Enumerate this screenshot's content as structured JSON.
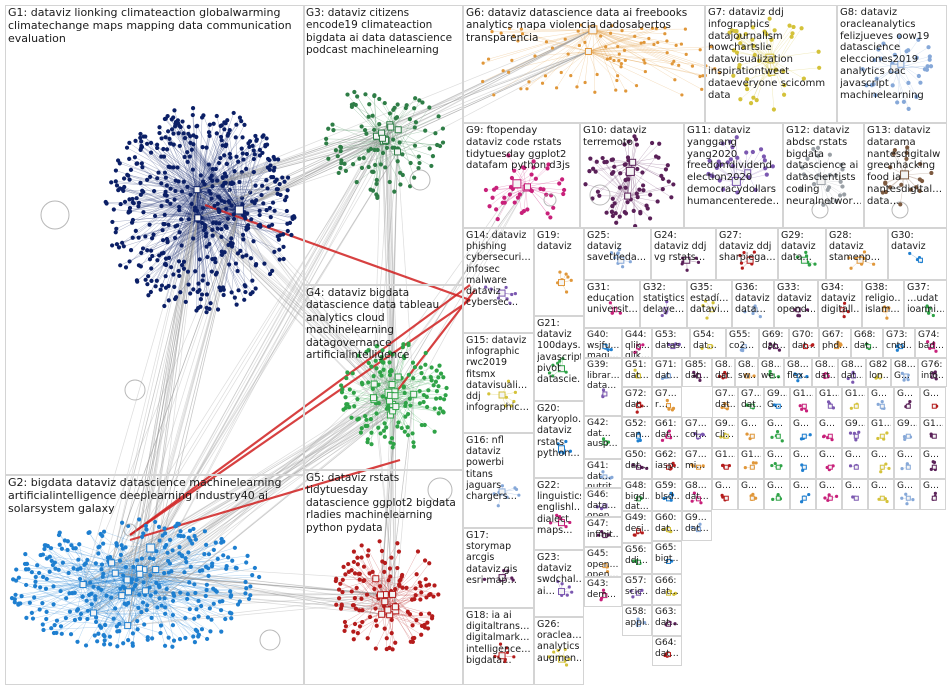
{
  "colors": {
    "g1": "#0b1f66",
    "g2": "#1e7fd0",
    "g3": "#2e7d46",
    "g4": "#2fa347",
    "g5": "#b51c1c",
    "g6": "#e0973a",
    "g7": "#d4c23a",
    "g8": "#86a8d8",
    "g9": "#c8207a",
    "g10": "#5a2058",
    "g11": "#7b58b0",
    "g12": "#9aa0a6",
    "g13": "#7d5a40",
    "edge": "#9a9a9a",
    "edge_strong": "#d02020",
    "border": "#d4d4d4"
  },
  "groups": [
    {
      "id": "G1",
      "label": "G1: dataviz lionking climateaction globalwarming\nclimatechange maps mapping data communication\nevaluation"
    },
    {
      "id": "G2",
      "label": "G2: bigdata dataviz datascience machinelearning\nartificialintelligence deeplearning industry40 ai\nsolarsystem galaxy"
    },
    {
      "id": "G3",
      "label": "G3: dataviz citizens\nencode19 climateaction\nbigdata ai data datascience\npodcast machinelearning"
    },
    {
      "id": "G4",
      "label": "G4: dataviz bigdata\ndatascience data tableau\nanalytics cloud\nmachinelearning\ndatagovernance\nartificialintelligence"
    },
    {
      "id": "G5",
      "label": "G5: dataviz rstats tidytuesday\ndatascience ggplot2 bigdata\nrladies machinelearning\npython pydata"
    },
    {
      "id": "G6",
      "label": "G6: dataviz datascience data ai freebooks\nanalytics mapa violencia dadosabertos\ntransparencia"
    },
    {
      "id": "G7",
      "label": "G7: dataviz ddj\ninfographics\ndatajournalism\nhowchartslie\ndatavisualization\ninspirationtweet\ndataeveryone scicomm\ndata"
    },
    {
      "id": "G8",
      "label": "G8: dataviz\noracleanalytics\nfelizjueves oow19\ndatascience\nelecciones2019\nanalytics oac\njavascript\nmachinelearning"
    },
    {
      "id": "G9",
      "label": "G9: ftopenday\ndataviz code rstats\ntidytuesday ggplot2\ndatafam python d3js"
    },
    {
      "id": "G10",
      "label": "G10: dataviz\nterremoto"
    },
    {
      "id": "G11",
      "label": "G11: dataviz\nyanggang\nyang2020\nfreedomdividend\nelection2020\ndemocracydollars\nhumancenterede…"
    },
    {
      "id": "G12",
      "label": "G12: dataviz\nabdsc rstats\nbigdata\ndatascience ai\ndatascientists\ncoding\nneuralnetwor…"
    },
    {
      "id": "G13",
      "label": "G13: dataviz\ndatarama\nnantesdigitalw\ngreenhacking\nfood ia\nnantesdigital…\ndata…"
    },
    {
      "id": "G14",
      "label": "G14: dataviz\nphishing\ncybersecuri…\ninfosec\nmalware\ndataviz\ncybersec…"
    },
    {
      "id": "G15",
      "label": "G15: dataviz\ninfographic\nrwc2019\nfitsmx\ndatavisuali…\nddj\ninfographic…"
    },
    {
      "id": "G16",
      "label": "G16: nfl\ndataviz\npowerbi\ntitans\njaguars\nchargers…"
    },
    {
      "id": "G17",
      "label": "G17:\nstorymap\narcgis\ndataviz gis\nesri map…"
    },
    {
      "id": "G18",
      "label": "G18: ia ai\ndigitaltrans…\ndigitalmark…\nintelligence…\nbigdata…"
    },
    {
      "id": "G19",
      "label": "G19:\ndataviz"
    },
    {
      "id": "G20",
      "label": "G20:\nkaryoplo…\ndataviz\nrstats\npython…"
    },
    {
      "id": "G21",
      "label": "G21:\ndataviz\n100days…\njavascript\npivot\ndatascie…"
    },
    {
      "id": "G22",
      "label": "G22:\nlinguistics\nenglishl…\ndialect\nmaps…"
    },
    {
      "id": "G23",
      "label": "G23:\ndataviz\nswdchal…\nai…"
    },
    {
      "id": "G24",
      "label": "G24:\ndataviz ddj\nvg rstats…"
    },
    {
      "id": "G25",
      "label": "G25:\ndataviz\nsavetheda…"
    },
    {
      "id": "G26",
      "label": "G26:\noraclea…\nanalytics\naugmen…"
    },
    {
      "id": "G27",
      "label": "G27:\ndataviz ddj\nsharpiega…"
    },
    {
      "id": "G28",
      "label": "G28:\ndataviz\nstamenp…"
    },
    {
      "id": "G29",
      "label": "G29:\ndataviz\ndata…"
    },
    {
      "id": "G30",
      "label": "G30:\ndataviz"
    },
    {
      "id": "G31",
      "label": "G31:\neducation\nuniversit…"
    },
    {
      "id": "G32",
      "label": "G32:\nstatistics\ndelaye…"
    },
    {
      "id": "G33",
      "label": "G33:\ndataviz\nopend…"
    },
    {
      "id": "G34",
      "label": "G34:\ndataviz\ndigitall…"
    },
    {
      "id": "G35",
      "label": "G35:\nestadí…\ndatavi…"
    },
    {
      "id": "G36",
      "label": "G36:\ndataviz\ndata…"
    },
    {
      "id": "G37",
      "label": "G37:\n…udat\nioanni…"
    },
    {
      "id": "G38",
      "label": "G38:\nreligio…\nislam…"
    },
    {
      "id": "G39",
      "label": "G39:\nlibrar…\ndata…"
    },
    {
      "id": "G40",
      "label": "G40:\nwsjfu…\nmagi…"
    },
    {
      "id": "G41",
      "label": "G41:\ndat…\nnutrit…"
    },
    {
      "id": "G42",
      "label": "G42:\ndat…\nausp…"
    },
    {
      "id": "G43",
      "label": "G43:\ndem…"
    },
    {
      "id": "G44",
      "label": "G44:\nqlik…\nqlik…"
    },
    {
      "id": "G45",
      "label": "G45:\nopen…\nopen…"
    },
    {
      "id": "G46",
      "label": "G46:\ndata…\nopen…"
    },
    {
      "id": "G47",
      "label": "G47:\ninfinit…"
    },
    {
      "id": "G48",
      "label": "G48:\nbigd…\ndat…"
    },
    {
      "id": "G49",
      "label": "G49:\ndesi…"
    },
    {
      "id": "G50",
      "label": "G50:\ndat…"
    },
    {
      "id": "G51",
      "label": "G51:\ndat…"
    },
    {
      "id": "G52",
      "label": "G52:\ncan…"
    },
    {
      "id": "G53",
      "label": "G53:\ndatas…"
    },
    {
      "id": "G54",
      "label": "G54:\ndat…"
    },
    {
      "id": "G55",
      "label": "G55:\nco2…"
    },
    {
      "id": "G56",
      "label": "G56:\nddj…"
    },
    {
      "id": "G57",
      "label": "G57:\nscic…"
    },
    {
      "id": "G58",
      "label": "G58:\nappl…"
    },
    {
      "id": "G59",
      "label": "G59:\nblsd…"
    },
    {
      "id": "G60",
      "label": "G60:\ndat…"
    },
    {
      "id": "G61",
      "label": "G61:\ndat…"
    },
    {
      "id": "G62",
      "label": "G62:\niasp…"
    },
    {
      "id": "G63",
      "label": "G63:\ndat…"
    },
    {
      "id": "G64",
      "label": "G64:\ndat…"
    },
    {
      "id": "G65",
      "label": "G65:\nbigt…"
    },
    {
      "id": "G66",
      "label": "G66:\ndat…"
    },
    {
      "id": "G67",
      "label": "G67:\nphd…"
    },
    {
      "id": "G68",
      "label": "G68:\ndat…"
    },
    {
      "id": "G69",
      "label": "G69:\ndat…"
    },
    {
      "id": "G70",
      "label": "G70:\ndat…"
    },
    {
      "id": "G71",
      "label": "G71:\ndat…"
    },
    {
      "id": "G72",
      "label": "G72:\ndat…"
    },
    {
      "id": "G73",
      "label": "G73:\ncntd…"
    },
    {
      "id": "G74",
      "label": "G74:\nbad…"
    },
    {
      "id": "G75",
      "label": "G7…\nr…"
    },
    {
      "id": "G76",
      "label": "G7…\ncol…"
    },
    {
      "id": "G77",
      "label": "G7…\ndat…"
    },
    {
      "id": "G78",
      "label": "G7…\ndat…"
    },
    {
      "id": "G79",
      "label": "G7…\nmi…"
    },
    {
      "id": "G80",
      "label": "G8…\ndat…"
    },
    {
      "id": "G81",
      "label": "G8…\nflex…"
    },
    {
      "id": "G82",
      "label": "G82:\nlon…"
    },
    {
      "id": "G83",
      "label": "G8…\nsw…"
    },
    {
      "id": "G84",
      "label": "G8…\nwe…"
    },
    {
      "id": "G85",
      "label": "G85:\ndat…"
    },
    {
      "id": "G86",
      "label": "G8…\ndat…"
    },
    {
      "id": "G87",
      "label": "G8…\ndat…"
    },
    {
      "id": "G88",
      "label": "G8…\nG…"
    },
    {
      "id": "G89",
      "label": "G8…\ndat…"
    },
    {
      "id": "G90",
      "label": "G9…\ncli…"
    },
    {
      "id": "G91",
      "label": "G9…\ndat…"
    },
    {
      "id": "G92",
      "label": "G9…\nG…"
    },
    {
      "id": "G93",
      "label": "G1…"
    },
    {
      "id": "G94",
      "label": "G1…"
    },
    {
      "id": "G95",
      "label": "G1…"
    },
    {
      "id": "G96",
      "label": "G…"
    },
    {
      "id": "G97",
      "label": "G…"
    },
    {
      "id": "G98",
      "label": "G…"
    },
    {
      "id": "G99",
      "label": "G…"
    },
    {
      "id": "G100",
      "label": "G…"
    },
    {
      "id": "G101",
      "label": "G…"
    },
    {
      "id": "G102",
      "label": "G…"
    },
    {
      "id": "G103",
      "label": "G9…"
    },
    {
      "id": "G104",
      "label": "G1…"
    },
    {
      "id": "G105",
      "label": "G9…"
    },
    {
      "id": "G106",
      "label": "G76:\ninfo…"
    },
    {
      "id": "G107",
      "label": "G1…"
    },
    {
      "id": "G108",
      "label": "G1…"
    },
    {
      "id": "G109",
      "label": "G1…"
    },
    {
      "id": "G110",
      "label": "G…"
    },
    {
      "id": "G111",
      "label": "G…"
    },
    {
      "id": "G112",
      "label": "G…"
    },
    {
      "id": "G113",
      "label": "G…"
    },
    {
      "id": "G114",
      "label": "G…"
    },
    {
      "id": "G115",
      "label": "G…"
    },
    {
      "id": "G116",
      "label": "G…"
    },
    {
      "id": "G117",
      "label": "G…"
    },
    {
      "id": "G118",
      "label": "G…"
    },
    {
      "id": "G119",
      "label": "G…"
    },
    {
      "id": "G120",
      "label": "G…"
    },
    {
      "id": "G121",
      "label": "G…"
    },
    {
      "id": "G122",
      "label": "G…"
    },
    {
      "id": "G123",
      "label": "G…"
    },
    {
      "id": "G124",
      "label": "G…"
    },
    {
      "id": "G125",
      "label": "G…"
    }
  ]
}
